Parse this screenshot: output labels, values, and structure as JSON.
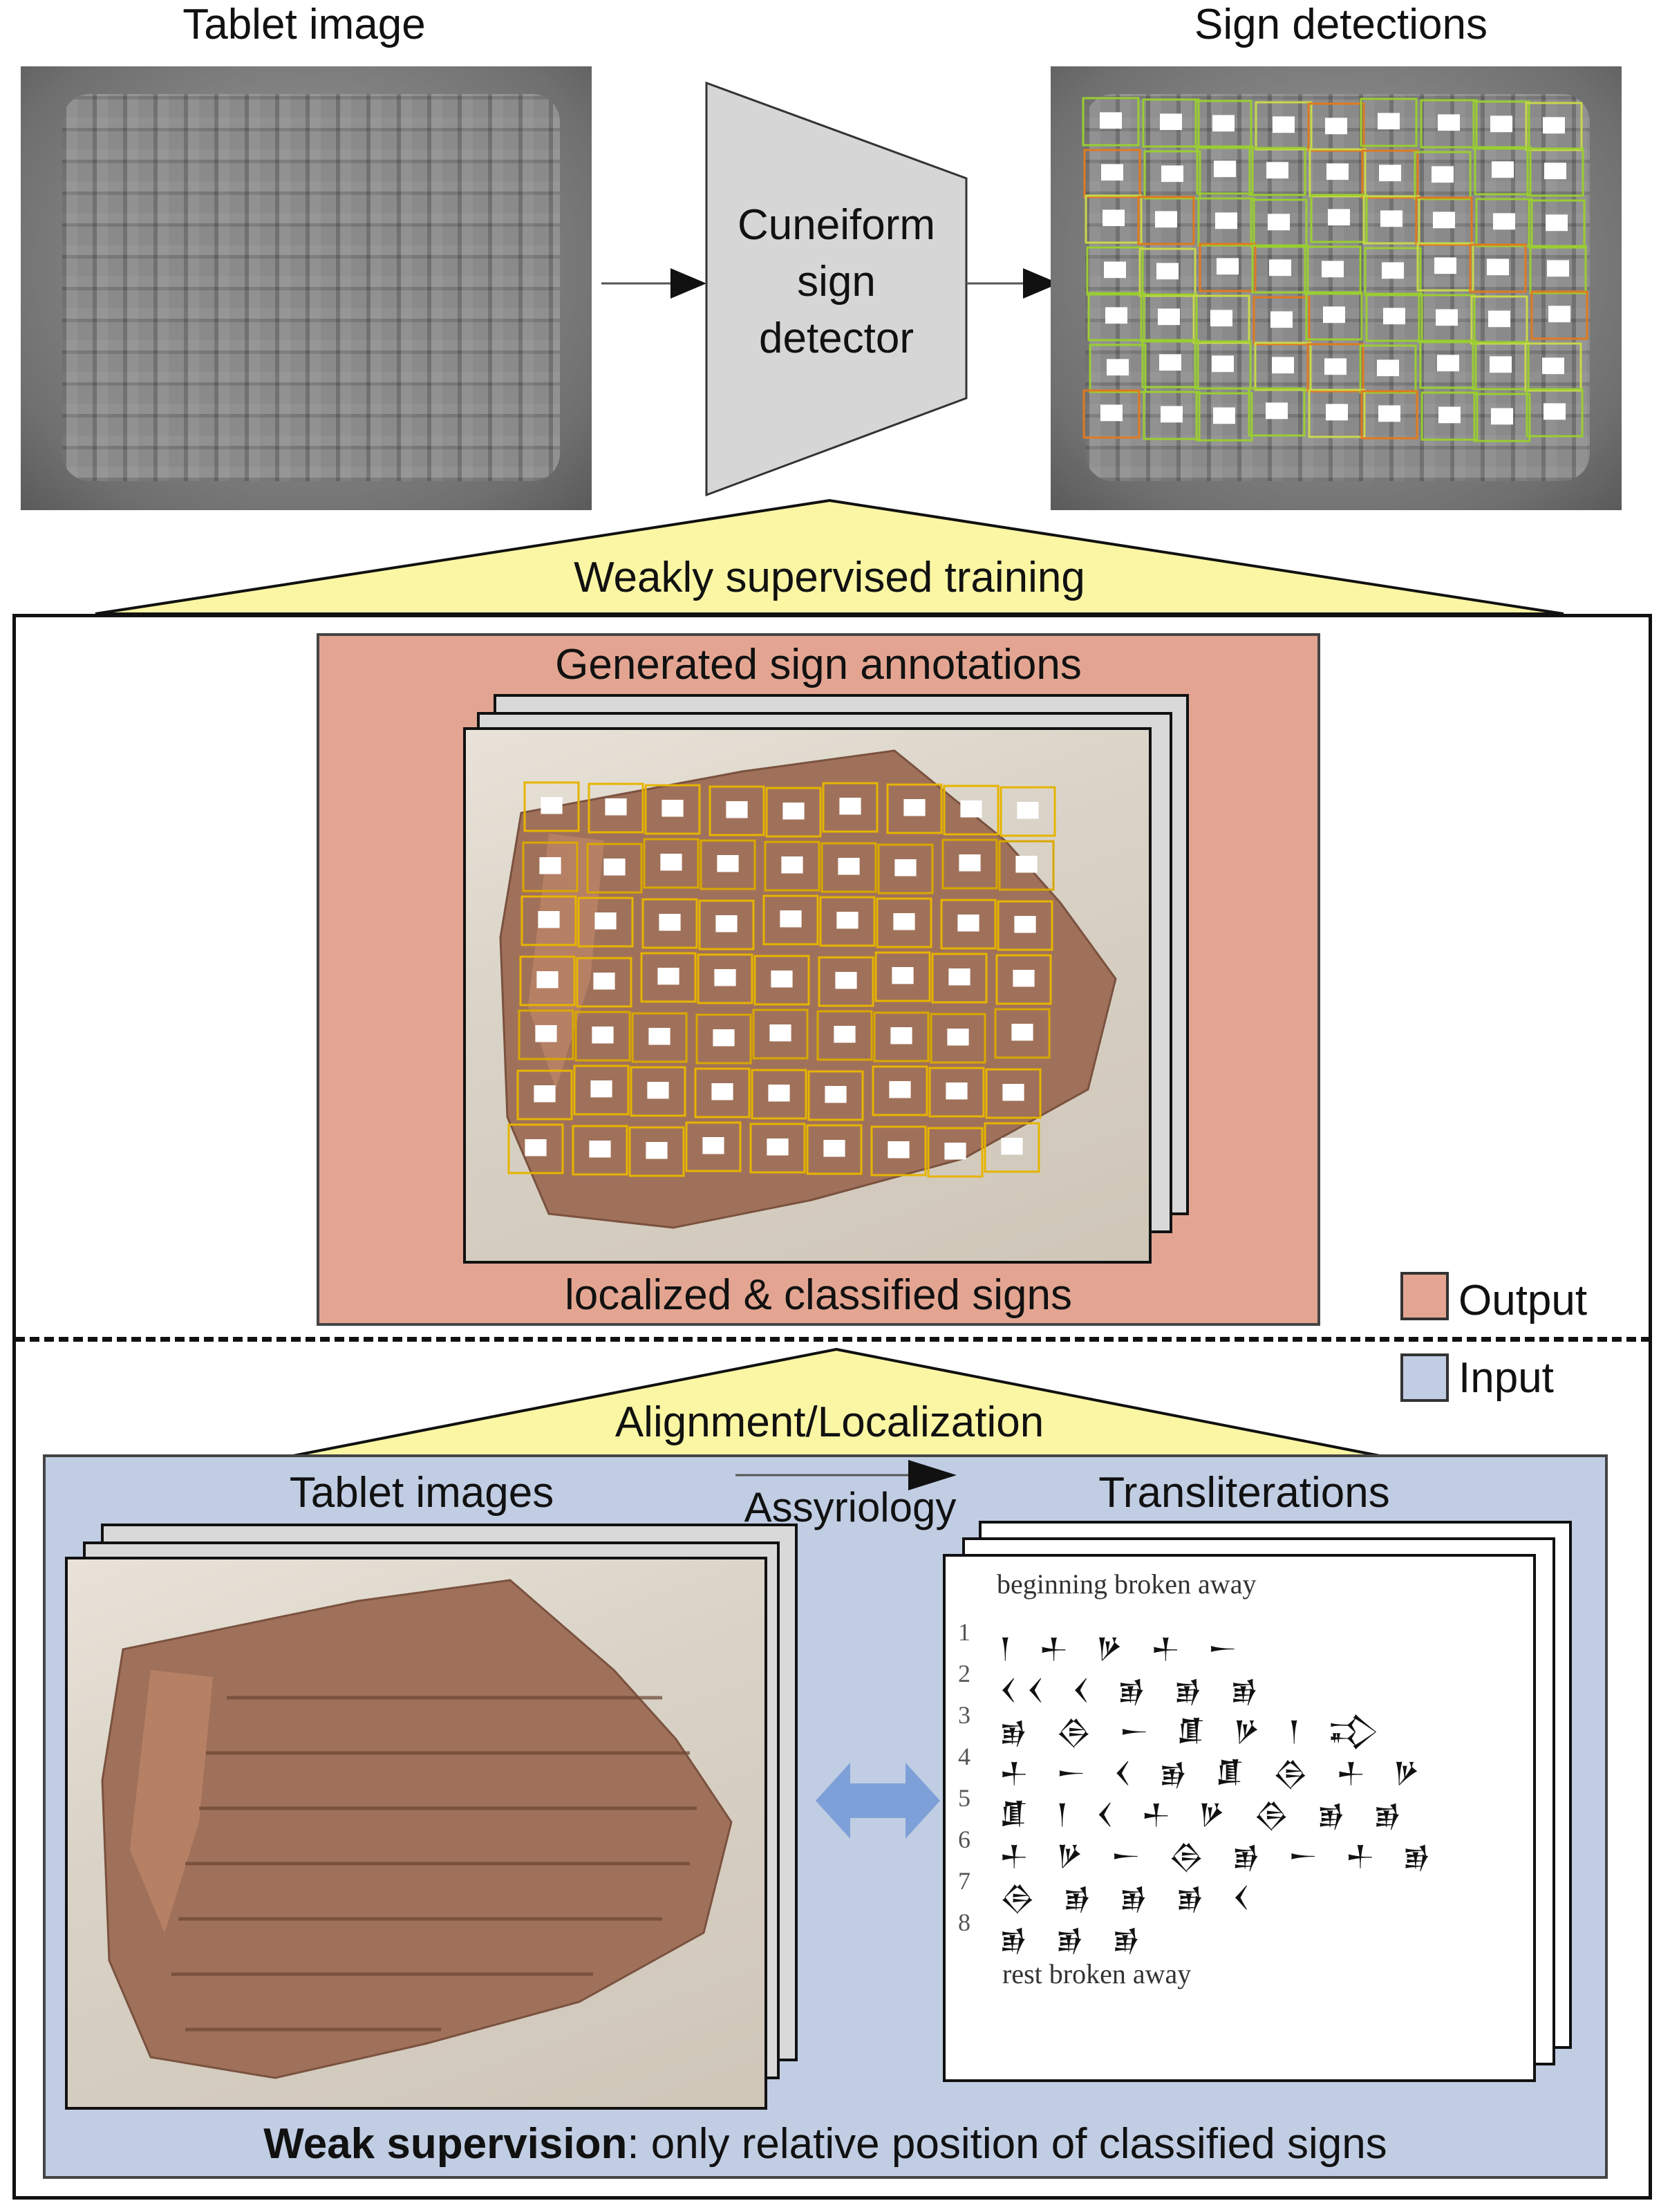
{
  "top": {
    "tablet_image_label": "Tablet image",
    "detector_label": [
      "Cuneiform",
      "sign",
      "detector"
    ],
    "sign_detections_label": "Sign detections"
  },
  "training": {
    "banner_label": "Weakly supervised training"
  },
  "output_panel": {
    "title": "Generated sign annotations",
    "caption": "localized & classified signs",
    "color": "#e3a591"
  },
  "legend": {
    "output_label": "Output",
    "input_label": "Input",
    "output_color": "#e3a591",
    "input_color": "#c0cde3"
  },
  "alignment": {
    "banner_label": "Alignment/Localization"
  },
  "input_panel": {
    "tablet_images_label": "Tablet images",
    "assyriology_label": "Assyriology",
    "transliterations_label": "Transliterations",
    "weak_bold": "Weak supervision",
    "weak_rest": ": only relative position of classified signs",
    "color": "#c0cde3"
  },
  "transliteration": {
    "header": "beginning broken away",
    "footer": "rest broken away",
    "rows": [
      {
        "num": "1",
        "signs": "𒁹 𒈦 𒃻 𒈦 𒀸"
      },
      {
        "num": "2",
        "signs": "𒌋𒌋 𒌋 𒂊 𒂊 𒂊"
      },
      {
        "num": "3",
        "signs": "𒂊 𒁲 𒀸 𒂠 𒃻 𒁹 𒃾"
      },
      {
        "num": "4",
        "signs": "𒈦 𒀸 𒌋 𒂊 𒂠 𒁲 𒈦 𒃻"
      },
      {
        "num": "5",
        "signs": "𒂠 𒁹 𒌋 𒈦 𒃻 𒁲 𒂊 𒂊"
      },
      {
        "num": "6",
        "signs": "𒈦 𒃻 𒀸 𒁲 𒂊 𒀸 𒈦 𒂊"
      },
      {
        "num": "7",
        "signs": "𒁲 𒂊 𒂊 𒂊 𒌋"
      },
      {
        "num": "8",
        "signs": "𒂊 𒂊 𒂊"
      }
    ]
  },
  "colors": {
    "banner_yellow": "#fbf6a4",
    "detector_gray": "#d6d6d6",
    "box_yellow": "#e6b400",
    "box_green": "#9acd32",
    "box_orange": "#e07a20",
    "arrow_blue": "#7ea0d8"
  }
}
